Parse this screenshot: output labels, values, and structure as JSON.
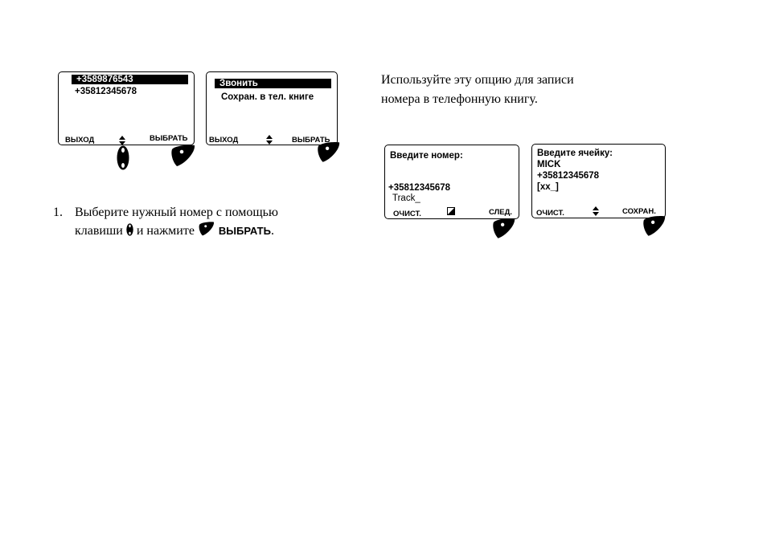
{
  "screens": {
    "list": {
      "line1": "+3589876543",
      "line2": "+35812345678",
      "left_soft": "ВЫХОД",
      "right_soft": "ВЫБРАТЬ"
    },
    "menu": {
      "line1": "Звонить",
      "line2": "Сохран. в тел. книге",
      "left_soft": "ВЫХОД",
      "right_soft": "ВЫБРАТЬ"
    },
    "enter_number": {
      "title": "Введите номер:",
      "number": "+35812345678",
      "name": "Track_",
      "left_soft": "ОЧИСТ.",
      "right_soft": "СЛЕД."
    },
    "enter_cell": {
      "title": "Введите ячейку:",
      "name": "MICK",
      "number": "+35812345678",
      "cell": "[xx_]",
      "left_soft": "ОЧИСТ.",
      "right_soft": "СОХРАН."
    }
  },
  "instructions": {
    "step_number": "1.",
    "step_line1": "Выберите нужный номер с помощью",
    "step_line2_pre": "клавиши",
    "step_line2_mid": "и  нажмите",
    "step_key_label": "ВЫБРАТЬ",
    "step_period": "."
  },
  "intro": {
    "line1": "Используйте эту опцию  для записи",
    "line2": "номера в телефонную книгу."
  }
}
